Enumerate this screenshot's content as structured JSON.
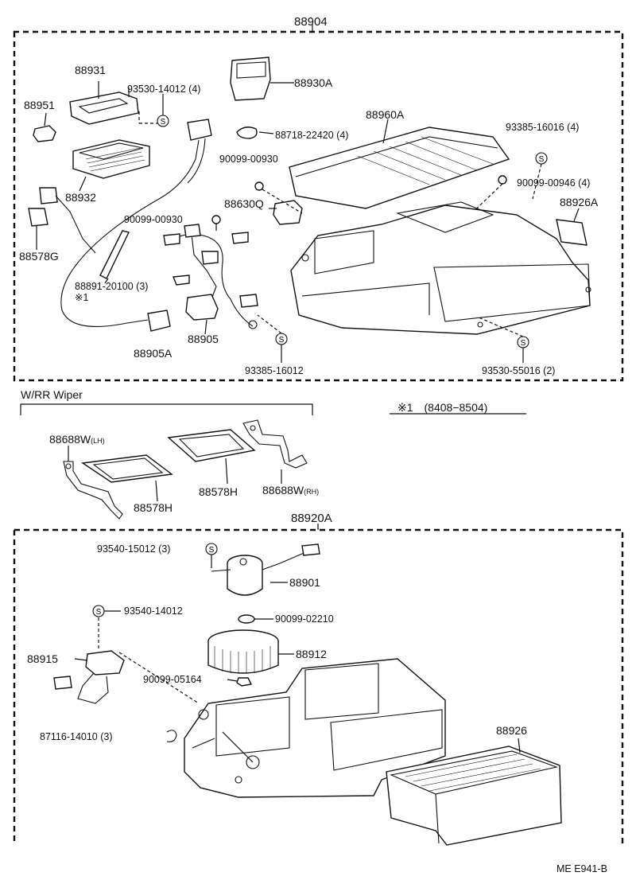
{
  "diagram_code": "ME E941-B",
  "labels": {
    "assy_top": "88904",
    "p88931": "88931",
    "p93530_14012": "93530-14012 (4)",
    "p88930A": "88930A",
    "p88951": "88951",
    "p88960A": "88960A",
    "p88718": "88718-22420 (4)",
    "p93385_16016": "93385-16016 (4)",
    "p88932": "88932",
    "p90099_00930a": "90099-00930",
    "p90099_00946": "90099-00946 (4)",
    "p88630": "88630Q",
    "p88926A": "88926A",
    "p90099_00930b": "90099-00930",
    "p88578G": "88578G",
    "p88891": "88891-20100 (3)",
    "note_mark": "※1",
    "p88905": "88905",
    "p88905A": "88905A",
    "p93385_16012": "93385-16012",
    "p93530_55016": "93530-55016 (2)",
    "wiper_group": "W/RR Wiper",
    "date_note": "※1　(8408−8504)",
    "p88688W_LH": "88688W",
    "lh": "(LH)",
    "p88578H_a": "88578H",
    "p88578H_b": "88578H",
    "p88688W_RH": "88688W",
    "rh": "(RH)",
    "assy_bottom": "88920A",
    "p93540_15012": "93540-15012 (3)",
    "p88901": "88901",
    "p93540_14012": "93540-14012",
    "p90099_02210": "90099-02210",
    "p88915": "88915",
    "p88912": "88912",
    "p90099_05164": "90099-05164",
    "p87116": "87116-14010 (3)",
    "p88926": "88926",
    "screw_symbol": "S"
  }
}
